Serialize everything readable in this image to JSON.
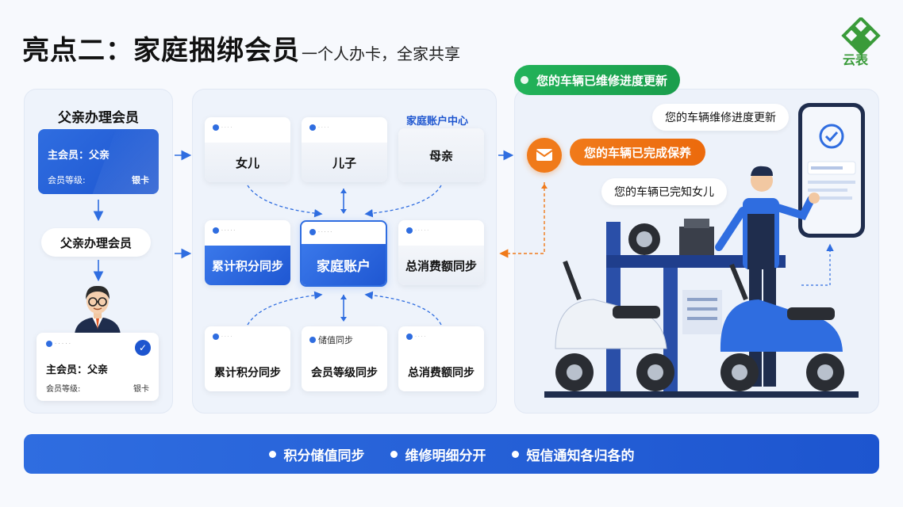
{
  "header": {
    "title": "亮点二：家庭捆绑会员",
    "subtitle": "一个人办卡，全家共享",
    "logo_text": "云表"
  },
  "left": {
    "top_label": "父亲办理会员",
    "blue_card": {
      "main_member": "主会员：父亲",
      "level_label": "会员等级:",
      "level_value": "银卡"
    },
    "pill_label": "父亲办理会员",
    "white_card": {
      "main_member": "主会员：父亲",
      "level_label": "会员等级:",
      "level_value": "银卡"
    }
  },
  "mid": {
    "account_center": "家庭账户中心",
    "row1": [
      "女儿",
      "儿子",
      "母亲"
    ],
    "row2": {
      "left": "累计积分同步",
      "center": "家庭账户",
      "right": "总消费额同步"
    },
    "row3": {
      "left": "累计积分同步",
      "center_header": "储值同步",
      "center": "会员等级同步",
      "right": "总消费额同步"
    }
  },
  "right": {
    "green_tag": "您的车辆已维修进度更新",
    "bubble_progress": "您的车辆维修进度更新",
    "orange_tag": "您的车辆已完成保养",
    "bubble_daughter": "您的车辆已完知女儿"
  },
  "bottom_bar": {
    "items": [
      "积分储值同步",
      "维修明细分开",
      "短信通知各归各的"
    ]
  },
  "colors": {
    "primary_blue": "#1d55cf",
    "green": "#22b35a",
    "orange": "#f07a1a",
    "background": "#f7f9fd"
  }
}
